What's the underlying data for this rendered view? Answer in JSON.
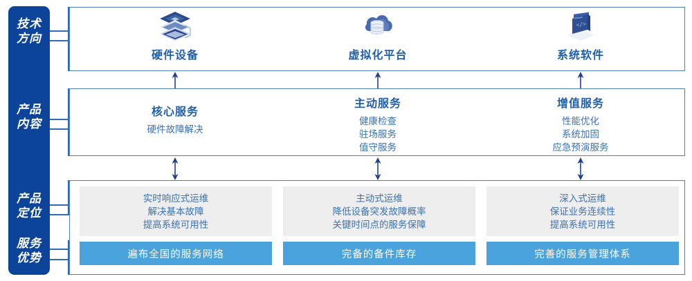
{
  "colors": {
    "rail": "#0b4499",
    "box_border": "#4a7fc0",
    "title_blue": "#1f5fae",
    "body_blue": "#3a72b5",
    "card_grey": "#eeeeee",
    "bar_blue": "#4aa3dd",
    "connector": "#2f6bb5",
    "arrow": "#1f3f8f"
  },
  "rail": {
    "labels": [
      {
        "id": "tech-direction",
        "text": "技术\n方向"
      },
      {
        "id": "product-content",
        "text": "产品\n内容"
      },
      {
        "id": "product-position",
        "text": "产品\n定位"
      },
      {
        "id": "service-advantage",
        "text": "服务\n优势"
      }
    ]
  },
  "tech_row": {
    "columns": [
      {
        "title": "硬件设备",
        "icon": "server-stack-icon"
      },
      {
        "title": "虚拟化平台",
        "icon": "cloud-database-icon"
      },
      {
        "title": "系统软件",
        "icon": "monitor-code-icon"
      }
    ]
  },
  "content_row": {
    "columns": [
      {
        "title": "核心服务",
        "items": [
          "硬件故障解决"
        ]
      },
      {
        "title": "主动服务",
        "items": [
          "健康检查",
          "驻场服务",
          "值守服务"
        ]
      },
      {
        "title": "增值服务",
        "items": [
          "性能优化",
          "系统加固",
          "应急预演服务"
        ]
      }
    ]
  },
  "position_row": {
    "cards": [
      {
        "lines": [
          "实时响应式运维",
          "解决基本故障",
          "提高系统可用性"
        ]
      },
      {
        "lines": [
          "主动式运维",
          "降低设备突发故障概率",
          "关键时间点的服务保障"
        ]
      },
      {
        "lines": [
          "深入式运维",
          "保证业务连续性",
          "提高系统可用性"
        ]
      }
    ]
  },
  "advantage_row": {
    "bars": [
      {
        "text": "遍布全国的服务网络"
      },
      {
        "text": "完备的备件库存"
      },
      {
        "text": "完善的服务管理体系"
      }
    ]
  },
  "arrows": {
    "up_label": "arrow-up",
    "both_label": "arrow-up-down"
  }
}
